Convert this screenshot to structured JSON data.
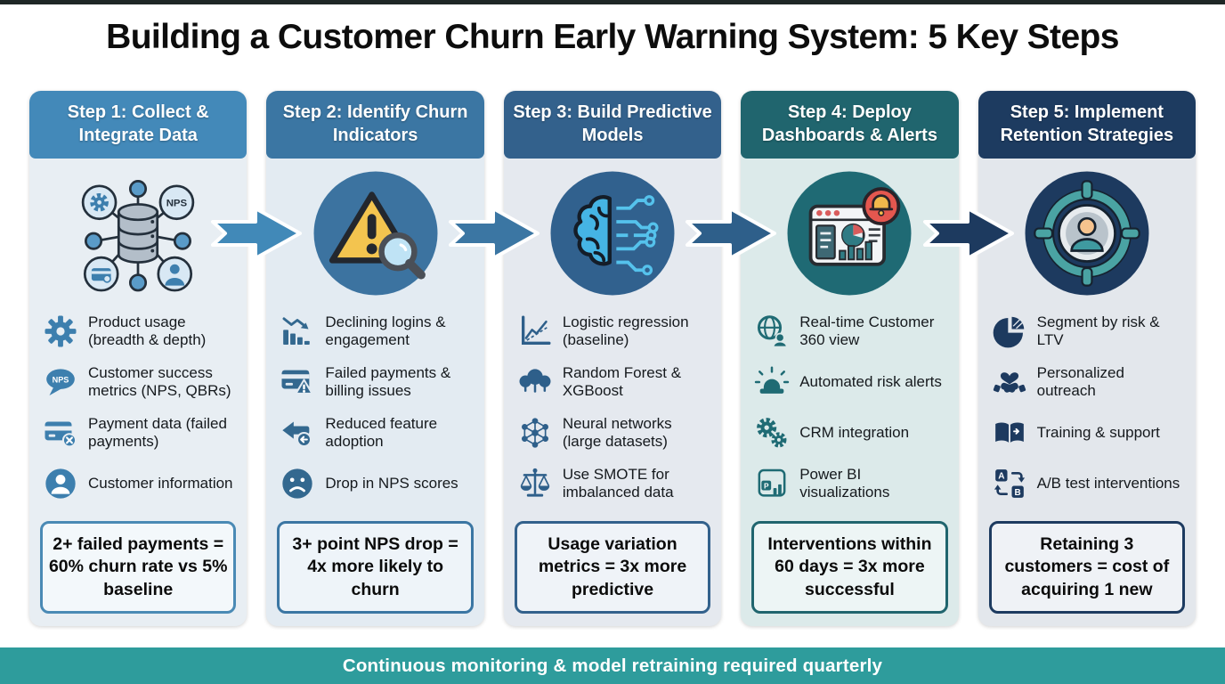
{
  "title": "Building a Customer Churn Early Warning System: 5 Key Steps",
  "footer": {
    "text": "Continuous monitoring & model retraining required quarterly",
    "bg": "#2e9c9c"
  },
  "arrow_colors": [
    "#4189b8",
    "#3b76a3",
    "#2e5f8a",
    "#1d3a5f"
  ],
  "columns": [
    {
      "header": "Step 1: Collect & Integrate Data",
      "header_bg": "#4389b9",
      "body_bg": "#e8eef3",
      "accent": "#3d7fae",
      "stat_border": "#4a8ab5",
      "stat_bg": "#f3f8fb",
      "step_icon": "data-sources-hub",
      "items": [
        {
          "icon": "gear",
          "text": "Product usage (breadth & depth)"
        },
        {
          "icon": "nps-chat",
          "text": "Customer success metrics (NPS, QBRs)"
        },
        {
          "icon": "card-declined",
          "text": "Payment data (failed payments)"
        },
        {
          "icon": "user",
          "text": "Customer information"
        }
      ],
      "stat": "2+ failed payments = 60% churn rate vs 5% baseline"
    },
    {
      "header": "Step 2: Identify Churn Indicators",
      "header_bg": "#3b76a3",
      "body_bg": "#e3ebf2",
      "accent": "#33688f",
      "stat_border": "#3b76a3",
      "stat_bg": "#eef4f9",
      "step_icon": "warning-magnifier",
      "items": [
        {
          "icon": "declining-chart",
          "text": "Declining logins & engagement"
        },
        {
          "icon": "billing-warning",
          "text": "Failed payments & billing issues"
        },
        {
          "icon": "reduced-adoption",
          "text": "Reduced feature adoption"
        },
        {
          "icon": "sad-face",
          "text": "Drop in NPS scores"
        }
      ],
      "stat": "3+ point NPS drop = 4x more likely to churn"
    },
    {
      "header": "Step 3: Build Predictive Models",
      "header_bg": "#33618c",
      "body_bg": "#e5e9ef",
      "accent": "#2e5f8a",
      "stat_border": "#33618c",
      "stat_bg": "#eff3f8",
      "step_icon": "brain-circuit",
      "items": [
        {
          "icon": "regression-chart",
          "text": "Logistic regression (baseline)"
        },
        {
          "icon": "random-forest",
          "text": "Random Forest & XGBoost"
        },
        {
          "icon": "neural-network",
          "text": "Neural networks (large datasets)"
        },
        {
          "icon": "balance-scale",
          "text": "Use SMOTE for imbalanced data"
        }
      ],
      "stat": "Usage variation metrics = 3x more predictive"
    },
    {
      "header": "Step 4: Deploy Dashboards & Alerts",
      "header_bg": "#20656e",
      "body_bg": "#dceaea",
      "accent": "#1f6b74",
      "stat_border": "#20656e",
      "stat_bg": "#edf5f5",
      "step_icon": "dashboard-alert",
      "items": [
        {
          "icon": "customer-360",
          "text": "Real-time Customer 360 view"
        },
        {
          "icon": "risk-alert",
          "text": "Automated risk alerts"
        },
        {
          "icon": "crm-gears",
          "text": "CRM integration"
        },
        {
          "icon": "power-bi",
          "text": "Power BI visualizations"
        }
      ],
      "stat": "Interventions within 60 days = 3x more successful"
    },
    {
      "header": "Step 5: Implement Retention Strategies",
      "header_bg": "#1d3b60",
      "body_bg": "#e3e7ec",
      "accent": "#1d3a5f",
      "stat_border": "#1d3b60",
      "stat_bg": "#eff2f6",
      "step_icon": "target-customer",
      "items": [
        {
          "icon": "pie-segment",
          "text": "Segment by risk & LTV"
        },
        {
          "icon": "handshake",
          "text": "Personalized outreach"
        },
        {
          "icon": "training-book",
          "text": "Training & support"
        },
        {
          "icon": "ab-test",
          "text": "A/B test interventions"
        }
      ],
      "stat": "Retaining 3 customers = cost of acquiring 1 new"
    }
  ]
}
